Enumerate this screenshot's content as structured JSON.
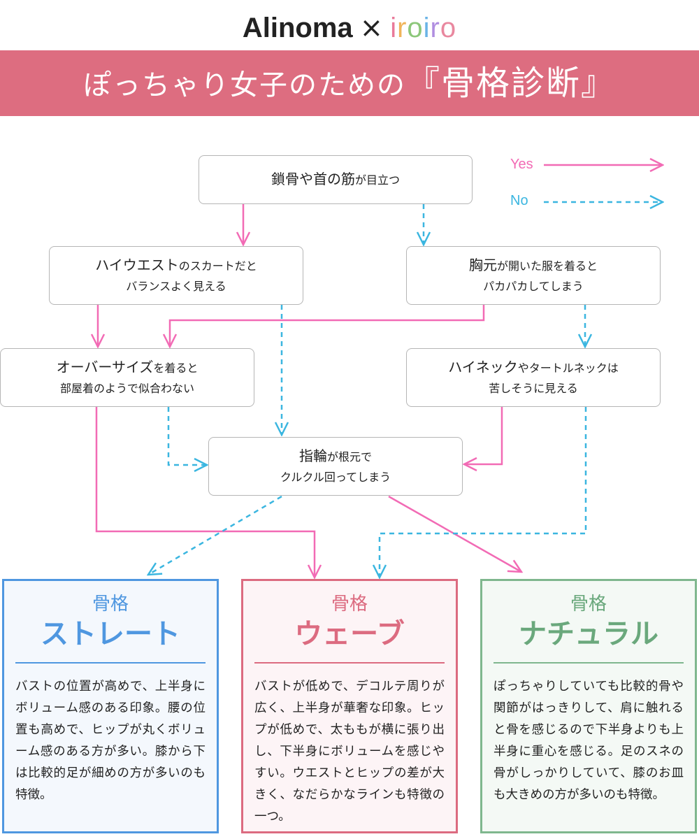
{
  "header": {
    "brand_alinoma": "Alinoma",
    "brand_cross": "×",
    "brand_iroiro": "iroiro",
    "title_main": "ぽっちゃり女子のための",
    "title_quoted": "『骨格診断』"
  },
  "legend": {
    "yes": "Yes",
    "no": "No"
  },
  "colors": {
    "yes": "#f26bb5",
    "no": "#3bb6e0",
    "banner": "#dd6d80",
    "straight": "#4f97e0",
    "wave": "#dc6b80",
    "natural": "#7fb78e"
  },
  "nodes": {
    "q1": {
      "main": "鎖骨や首の筋",
      "sub": "が目立つ"
    },
    "q2": {
      "main": "ハイウエスト",
      "sub": "のスカートだと",
      "line2": "バランスよく見える"
    },
    "q3": {
      "main": "胸元",
      "sub": "が開いた服を着ると",
      "line2": "パカパカしてしまう"
    },
    "q4": {
      "main": "オーバーサイズ",
      "sub": "を着ると",
      "line2": "部屋着のようで似合わない"
    },
    "q5": {
      "main": "ハイネック",
      "sub": "やタートルネックは",
      "line2": "苦しそうに見える"
    },
    "q6": {
      "main": "指輪",
      "sub": "が根元で",
      "line2": "クルクル回ってしまう"
    }
  },
  "results": [
    {
      "kokkaku": "骨格",
      "name": "ストレート",
      "desc": "バストの位置が高めで、上半身にボリューム感のある印象。腰の位置も高めで、ヒップが丸くボリューム感のある方が多い。膝から下は比較的足が細めの方が多いのも特徴。"
    },
    {
      "kokkaku": "骨格",
      "name": "ウェーブ",
      "desc": "バストが低めで、デコルテ周りが広く、上半身が華奢な印象。ヒップが低めで、太ももが横に張り出し、下半身にボリュームを感じやすい。ウエストとヒップの差が大きく、なだらかなラインも特徴の一つ。"
    },
    {
      "kokkaku": "骨格",
      "name": "ナチュラル",
      "desc": "ぽっちゃりしていても比較的骨や関節がはっきりして、肩に触れると骨を感じるので下半身よりも上半身に重心を感じる。足のスネの骨がしっかりしていて、膝のお皿も大きめの方が多いのも特徴。"
    }
  ]
}
